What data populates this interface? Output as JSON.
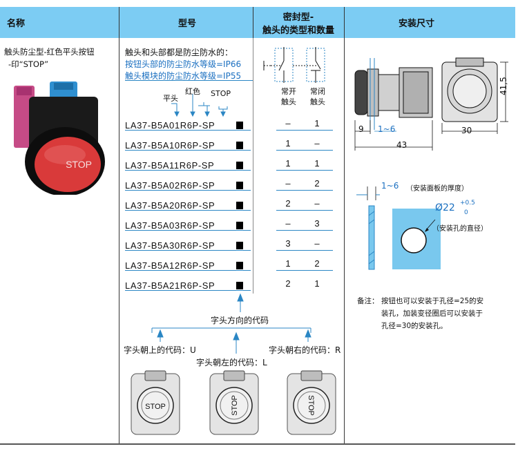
{
  "header": {
    "col_name": "名称",
    "col_model": "型号",
    "col_contacts_line1": "密封型-",
    "col_contacts_line2": "触头的类型和数量",
    "col_dims": "安装尺寸"
  },
  "product": {
    "name_line1": "触头防尘型-红色平头按钮",
    "name_line2": "-印“STOP”",
    "button_text": "STOP"
  },
  "model_notes": {
    "line1": "触头和头部都是防尘防水的：",
    "line2": "按钮头部的防尘防水等级=IP66",
    "line3": "触头模块的防尘防水等级=IP55",
    "label_flat": "平头",
    "label_red": "红色",
    "label_stop": "STOP"
  },
  "contacts": {
    "no_line1": "常开",
    "no_line2": "触头",
    "nc_line1": "常闭",
    "nc_line2": "触头"
  },
  "models": [
    {
      "code": "LA37-B5A01R6P-SP",
      "no": "–",
      "nc": "1"
    },
    {
      "code": "LA37-B5A10R6P-SP",
      "no": "1",
      "nc": "–"
    },
    {
      "code": "LA37-B5A11R6P-SP",
      "no": "1",
      "nc": "1"
    },
    {
      "code": "LA37-B5A02R6P-SP",
      "no": "–",
      "nc": "2"
    },
    {
      "code": "LA37-B5A20R6P-SP",
      "no": "2",
      "nc": "–"
    },
    {
      "code": "LA37-B5A03R6P-SP",
      "no": "–",
      "nc": "3"
    },
    {
      "code": "LA37-B5A30R6P-SP",
      "no": "3",
      "nc": "–"
    },
    {
      "code": "LA37-B5A12R6P-SP",
      "no": "1",
      "nc": "2"
    },
    {
      "code": "LA37-B5A21R6P-SP",
      "no": "2",
      "nc": "1"
    }
  ],
  "direction": {
    "title": "字头方向的代码",
    "up": "字头朝上的代码：U",
    "left": "字头朝左的代码：L",
    "right": "字头朝右的代码：R"
  },
  "dimensions": {
    "d9": "9",
    "d1to6": "1~6",
    "d43": "43",
    "d30": "30",
    "d41_5": "41,5",
    "panel_range": "1~6",
    "panel_note": "（安装面板的厚度）",
    "hole_dia": "Ø22",
    "tol_plus": "+0.5",
    "tol_zero": "0",
    "hole_note": "（安装孔的直径）"
  },
  "remark": {
    "label": "备注：",
    "line1": "按钮也可以安装于孔径=25的安",
    "line2": "装孔，加装变径圈后可以安装于",
    "line3": "孔径=30的安装孔。"
  },
  "colors": {
    "header_bg": "#7cccf3",
    "accent_blue": "#2a86c4",
    "button_red": "#d93a3a",
    "panel_hole_bg": "#79c8ee"
  }
}
